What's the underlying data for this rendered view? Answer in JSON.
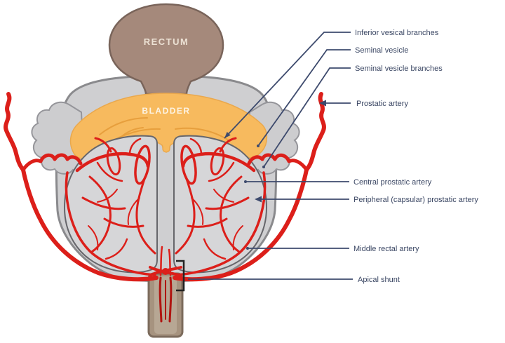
{
  "diagram": {
    "structures": {
      "rectum": "RECTUM",
      "bladder": "BLADDER"
    },
    "labels": [
      "Inferior vesical branches",
      "Seminal vesicle",
      "Seminal vesicle branches",
      "Prostatic artery",
      "Central prostatic artery",
      "Peripheral (capsular) prostatic artery",
      "Middle rectal artery",
      "Apical shunt"
    ],
    "colors": {
      "artery_red": "#dc1f1a",
      "bladder_orange": "#f7ba5e",
      "rectum_brown": "#a5897b",
      "prostate_gray": "#cfcfd1",
      "seminal_vesicle_gray": "#cdcdcf",
      "urethra_brown": "#a6937f",
      "leader_navy": "#3d4a6d",
      "label_text_navy": "#3a4663"
    }
  }
}
